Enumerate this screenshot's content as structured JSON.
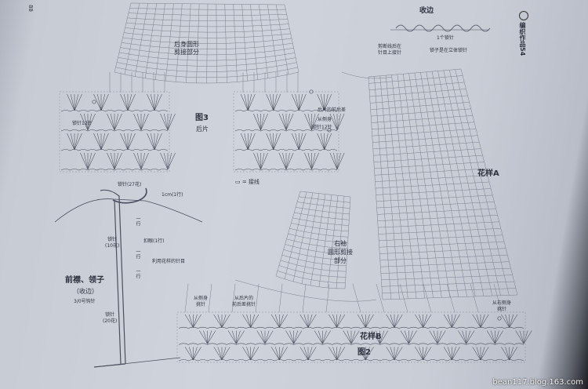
{
  "page_number": "88",
  "series_label": "编织作品54",
  "top_edge": {
    "title": "收边",
    "note_left": "剪断线后在\n针目上接针",
    "note_one_chain": "1个锁针",
    "note_right": "锁子是在立体锁针"
  },
  "fig3": {
    "title": "图3",
    "subtitle": "后片",
    "back_yoke_label": "后身圆形\n剪接部分",
    "chain_left": "锁针12针",
    "chain_right": "锁针12针",
    "back_front_diff": "后片的前后差",
    "side_body": "从侧身",
    "join_legend": "▭ = 接线"
  },
  "pattern_a": "花样A",
  "right_sleeve": "右袖\n圆形剪接\n部分",
  "front": {
    "title": "前襟、领子",
    "sub": "（收边）",
    "hook": "3/0号钩针",
    "chain_27": "锁针(27花)",
    "one_cm": "1cm(1行)",
    "buttonhole": "扣眼(1行)",
    "chain_10": "锁针\n(10花)",
    "chain_20": "锁针\n(20花)",
    "use_pattern": "利用花样的针目",
    "row_one_a": "一行",
    "row_one_b": "一行",
    "row_one_c": "一行"
  },
  "fig2": {
    "title": "图2",
    "pattern_b": "花样B",
    "from_side": "从侧身\n挑针",
    "from_back": "从后片的\n前后差挑针",
    "from_right": "从右侧身\n挑针"
  },
  "watermark": "bean117.blog.163.com"
}
